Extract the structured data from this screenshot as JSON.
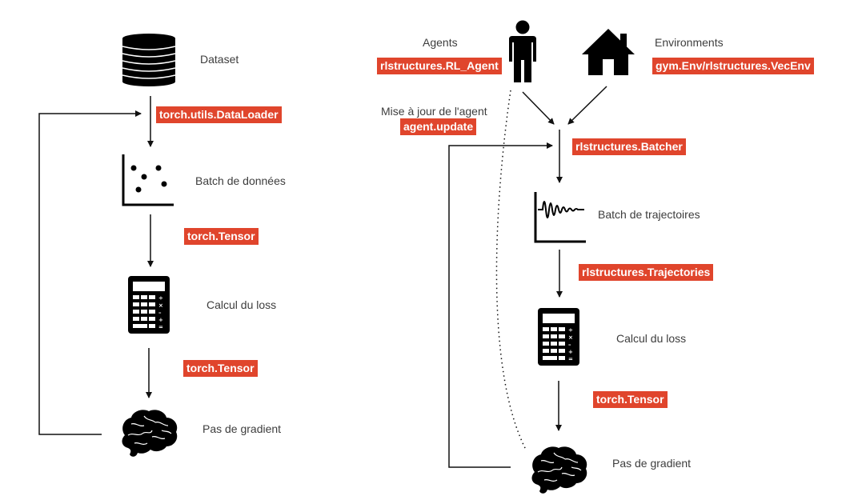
{
  "left_pipeline": {
    "nodes": [
      {
        "label": "Dataset",
        "icon": "database-icon"
      },
      {
        "label": "Batch de données",
        "icon": "scatter-plot-icon"
      },
      {
        "label": "Calcul du loss",
        "icon": "calculator-icon"
      },
      {
        "label": "Pas de gradient",
        "icon": "brain-icon"
      }
    ],
    "tags": [
      "torch.utils.DataLoader",
      "torch.Tensor",
      "torch.Tensor"
    ]
  },
  "right_pipeline": {
    "agents": {
      "label": "Agents",
      "tag": "rlstructures.RL_Agent",
      "icon": "person-icon"
    },
    "environments": {
      "label": "Environments",
      "tag": "gym.Env/rlstructures.VecEnv",
      "icon": "house-icon"
    },
    "update": {
      "label": "Mise à jour de l'agent",
      "tag": "agent.update"
    },
    "batcher_tag": "rlstructures.Batcher",
    "nodes": [
      {
        "label": "Batch de trajectoires",
        "icon": "waveform-plot-icon"
      },
      {
        "label": "Calcul du loss",
        "icon": "calculator-icon"
      },
      {
        "label": "Pas de gradient",
        "icon": "brain-icon"
      }
    ],
    "tags": [
      "rlstructures.Trajectories",
      "torch.Tensor"
    ]
  },
  "colors": {
    "tag_bg": "#e0452c",
    "tag_text": "#ffffff",
    "label_text": "#3d3d3d",
    "line": "#111111"
  }
}
